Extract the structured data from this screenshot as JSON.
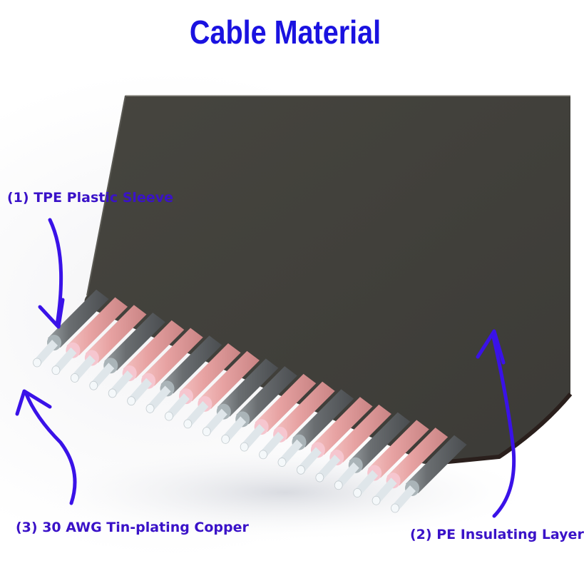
{
  "title": "Cable Material",
  "colors": {
    "title": "#1a12e0",
    "label": "#3a12c8",
    "arrow": "#3a12e8",
    "cable_jacket": "#42413d",
    "wire_gray": "#6f7275",
    "wire_pink": "#e8a4a4",
    "conductor": "#e6ecf0"
  },
  "annotations": [
    {
      "id": 1,
      "text": "(1) TPE Plastic Sleeve"
    },
    {
      "id": 2,
      "text": "(2) PE Insulating Layer"
    },
    {
      "id": 3,
      "text": "(3) 30 AWG Tin-plating Copper"
    }
  ],
  "wires": [
    "gray",
    "pink",
    "pink",
    "gray",
    "pink",
    "pink",
    "gray",
    "pink",
    "pink",
    "gray",
    "gray",
    "pink",
    "pink",
    "gray",
    "pink",
    "pink",
    "gray",
    "pink",
    "pink",
    "gray"
  ]
}
